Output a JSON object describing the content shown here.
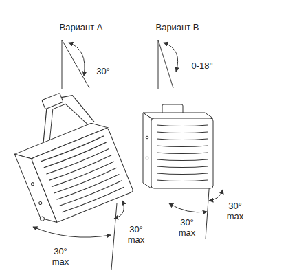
{
  "diagram": {
    "labels": [
      "Вариант А",
      "Вариант В",
      "30°",
      "0-18°",
      "30° max",
      "30° max",
      "30° max",
      "30° max"
    ]
  }
}
